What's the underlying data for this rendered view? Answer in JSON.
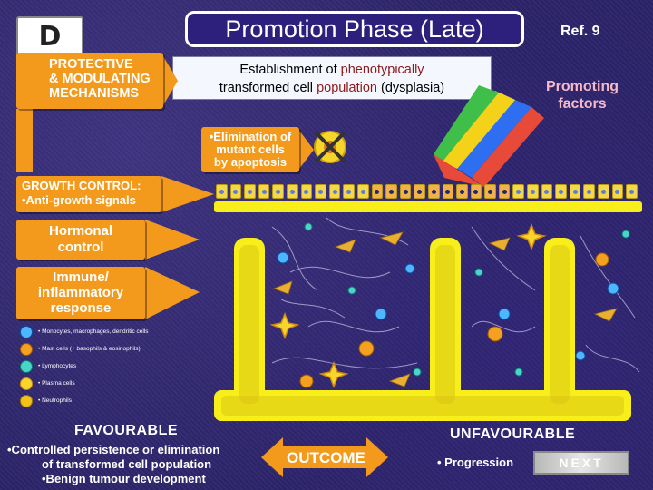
{
  "slide": {
    "panel_letter": "D",
    "title": "Promotion Phase (Late)",
    "ref": "Ref. 9",
    "subtitle_parts": [
      "Establishment of ",
      "phenotypically",
      " transformed cell ",
      "population",
      " (dysplasia)"
    ],
    "promoting_factors": [
      "Promoting",
      "factors"
    ]
  },
  "left_panel": {
    "protective": [
      "PROTECTIVE",
      "& MODULATING",
      "MECHANISMS"
    ],
    "growth_control": [
      "GROWTH CONTROL:",
      "•Anti-growth signals"
    ],
    "hormonal": [
      "Hormonal",
      "control"
    ],
    "immune": [
      "Immune/",
      "inflammatory",
      "response"
    ],
    "legend": [
      {
        "label": "• Monocytes, macrophages, dendritic cells",
        "color": "#4db6ff",
        "icon": "monocyte-icon"
      },
      {
        "label": "• Mast cells (+ basophils & eosinophils)",
        "color": "#f4a020",
        "icon": "mast-cell-icon"
      },
      {
        "label": "• Lymphocytes",
        "color": "#49d6c8",
        "icon": "lymphocyte-icon"
      },
      {
        "label": "• Plasma cells",
        "color": "#f7d52a",
        "icon": "plasma-cell-icon"
      },
      {
        "label": "• Neutrophils",
        "color": "#f2c21a",
        "icon": "neutrophil-icon"
      }
    ]
  },
  "center": {
    "elimination": [
      "•Elimination of",
      "mutant cells",
      "by apoptosis"
    ],
    "outcome": "OUTCOME"
  },
  "outcomes": {
    "favourable_title": "FAVOURABLE",
    "favourable_points": [
      "•Controlled persistence or elimination",
      "of transformed cell population",
      "•Benign tumour development"
    ],
    "unfavourable_title": "UNFAVOURABLE",
    "unfavourable_point": "• Progression",
    "next_label": "NEXT"
  },
  "colors": {
    "background": "#2b2368",
    "orange_box": "#f39a1c",
    "yellow_tissue": "#f7ee1a",
    "title_box": "#2d1f7c"
  }
}
